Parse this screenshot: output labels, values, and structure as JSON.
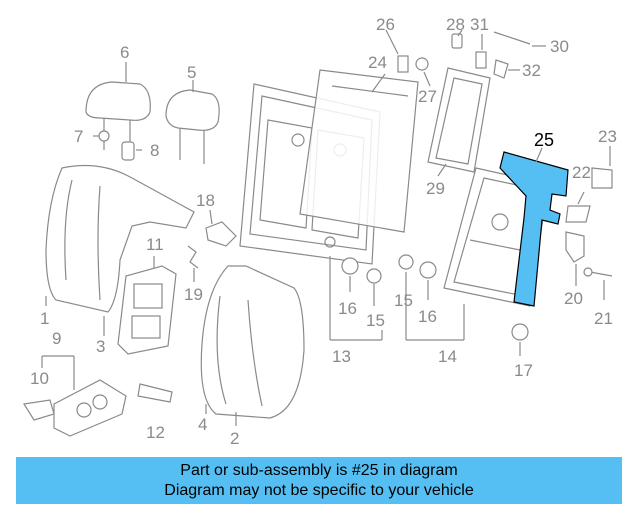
{
  "callouts": {
    "c1": "1",
    "c2": "2",
    "c3": "3",
    "c4": "4",
    "c5": "5",
    "c6": "6",
    "c7": "7",
    "c8": "8",
    "c9": "9",
    "c10": "10",
    "c11": "11",
    "c12": "12",
    "c13": "13",
    "c14": "14",
    "c15a": "15",
    "c15b": "15",
    "c16a": "16",
    "c16b": "16",
    "c17": "17",
    "c18": "18",
    "c19": "19",
    "c20": "20",
    "c21": "21",
    "c22": "22",
    "c23": "23",
    "c24": "24",
    "c25": "25",
    "c26": "26",
    "c27": "27",
    "c28": "28",
    "c29": "29",
    "c30": "30",
    "c31": "31",
    "c32": "32"
  },
  "highlighted_part": "25",
  "colors": {
    "highlight_fill": "#55bff3",
    "line": "#8a8a8a",
    "banner": "#55bff3"
  },
  "banner": {
    "line1": "Part or sub-assembly is #25 in diagram",
    "line2": "Diagram may not be specific to your vehicle"
  }
}
